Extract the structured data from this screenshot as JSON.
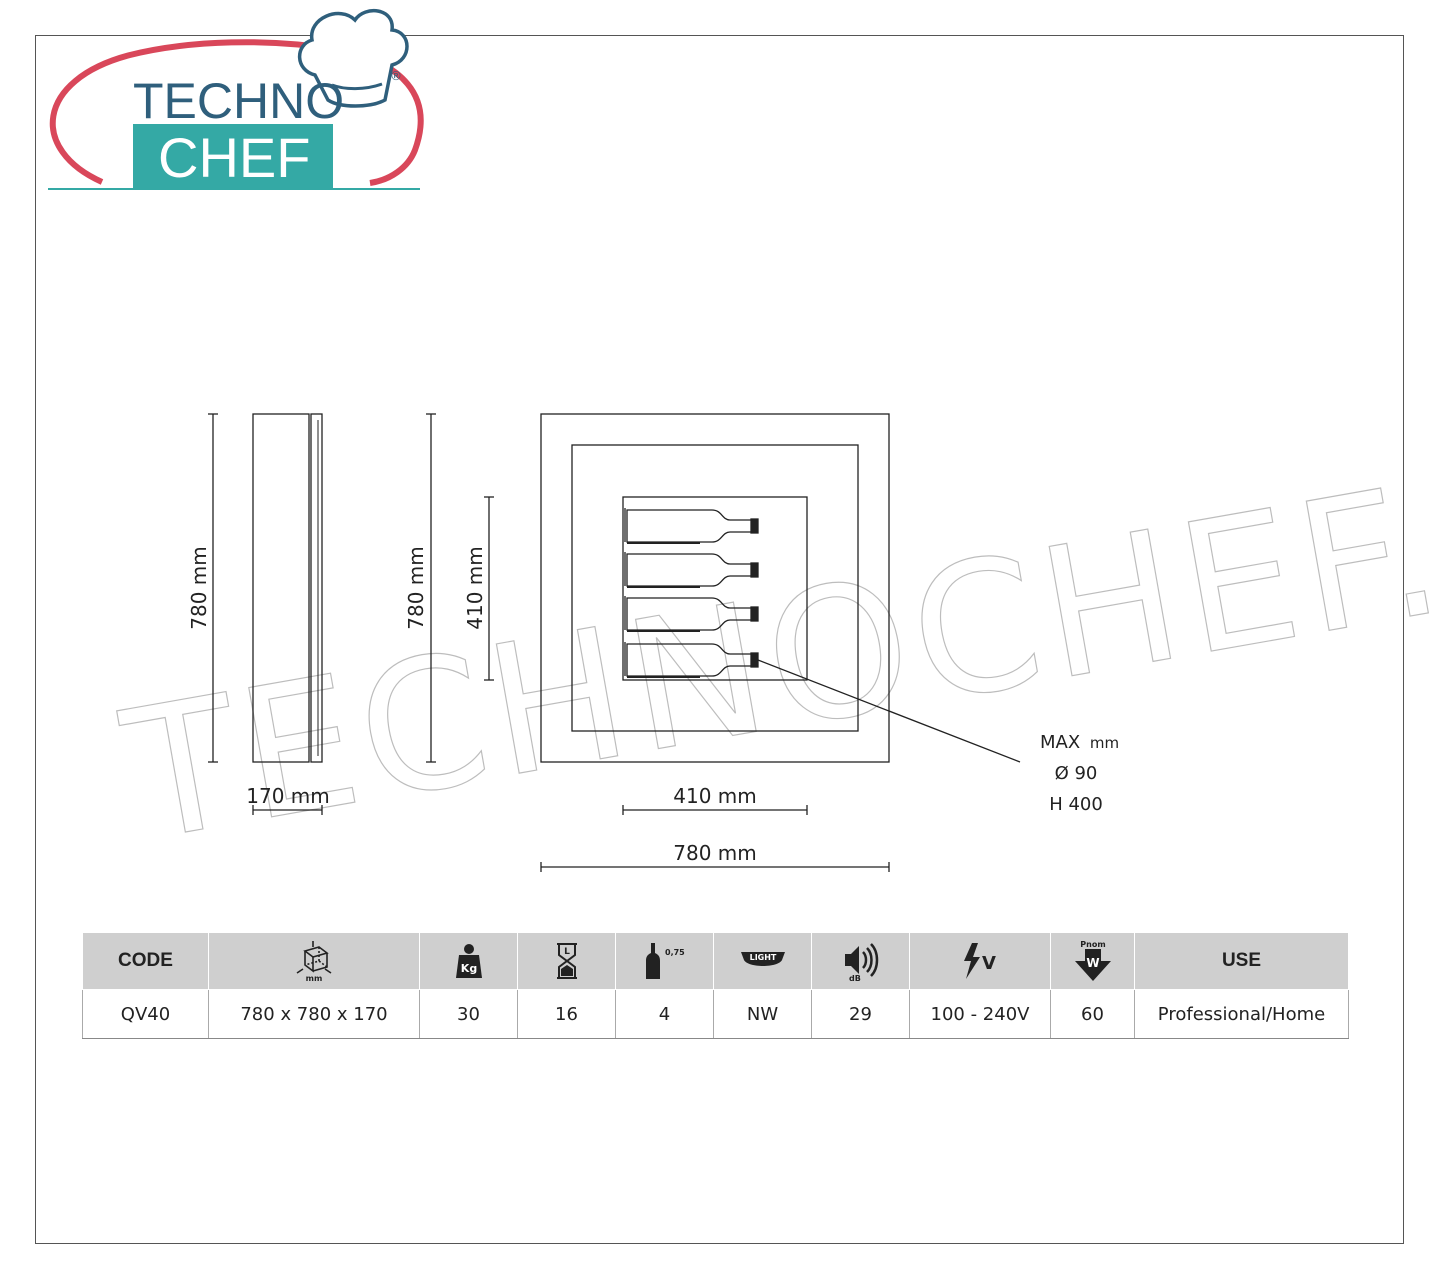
{
  "logo": {
    "line1": "TECHNO",
    "line2": "CHEF",
    "registered": "®",
    "colors": {
      "teal": "#34a9a5",
      "red": "#d9475a",
      "navy": "#2f5f7c"
    }
  },
  "watermark": {
    "text": "TECHNOCHEF.IT"
  },
  "drawing": {
    "side_height": "780 mm",
    "side_depth": "170 mm",
    "front_height": "780 mm",
    "inner_height": "410 mm",
    "inner_width": "410 mm",
    "front_width": "780 mm",
    "bottle_max": {
      "label": "MAX",
      "unit": "mm",
      "diameter": "Ø 90",
      "height": "H 400"
    }
  },
  "table": {
    "headers": {
      "code": "CODE",
      "dims_icon": "dimensions-icon",
      "dims_unit": "mm",
      "weight_icon": "weight-icon",
      "weight_unit": "Kg",
      "capacity_icon": "hourglass-capacity-icon",
      "capacity_unit": "L",
      "bottles_icon": "bottle-icon",
      "bottles_label": "0,75 LT",
      "light_icon": "light-icon",
      "light_label": "LIGHT",
      "noise_icon": "sound-icon",
      "noise_unit": "dB",
      "voltage_icon": "voltage-icon",
      "voltage_unit": "V",
      "power_icon": "power-icon",
      "power_top": "Pnom",
      "power_unit": "W",
      "use": "USE"
    },
    "row": {
      "code": "QV40",
      "dims": "780 x 780 x 170",
      "weight": "30",
      "capacity": "16",
      "bottles": "4",
      "light": "NW",
      "noise": "29",
      "voltage": "100 - 240V",
      "power": "60",
      "use": "Professional/Home"
    }
  }
}
